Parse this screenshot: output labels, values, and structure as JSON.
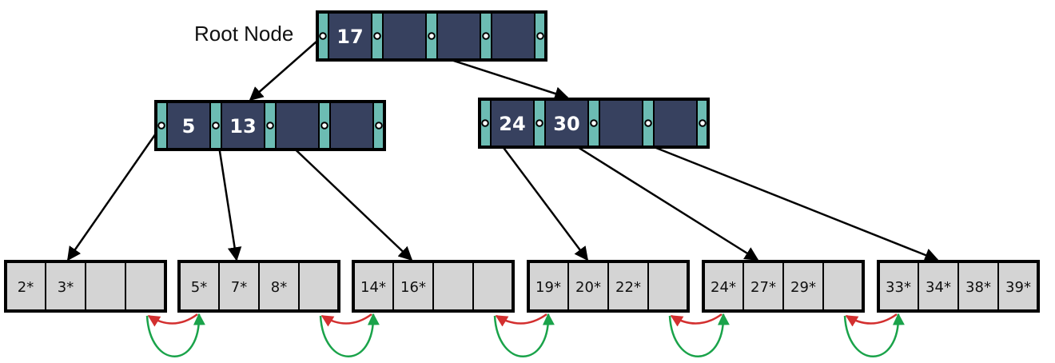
{
  "root_label": "Root Node",
  "colors": {
    "key_cell": "#37415f",
    "pointer_cell": "#6cbcb3",
    "leaf_cell": "#d4d4d4",
    "outline": "#000000",
    "sibling_prev_arrow": "#d32f2f",
    "sibling_next_arrow": "#1aa34a"
  },
  "tree": {
    "root": {
      "keys": [
        "17",
        "",
        "",
        ""
      ]
    },
    "inner": [
      {
        "keys": [
          "5",
          "13",
          "",
          ""
        ]
      },
      {
        "keys": [
          "24",
          "30",
          "",
          ""
        ]
      }
    ],
    "leaves": [
      {
        "keys": [
          "2*",
          "3*",
          "",
          ""
        ]
      },
      {
        "keys": [
          "5*",
          "7*",
          "8*",
          ""
        ]
      },
      {
        "keys": [
          "14*",
          "16*",
          "",
          ""
        ]
      },
      {
        "keys": [
          "19*",
          "20*",
          "22*",
          ""
        ]
      },
      {
        "keys": [
          "24*",
          "27*",
          "29*",
          ""
        ]
      },
      {
        "keys": [
          "33*",
          "34*",
          "38*",
          "39*"
        ]
      }
    ]
  }
}
